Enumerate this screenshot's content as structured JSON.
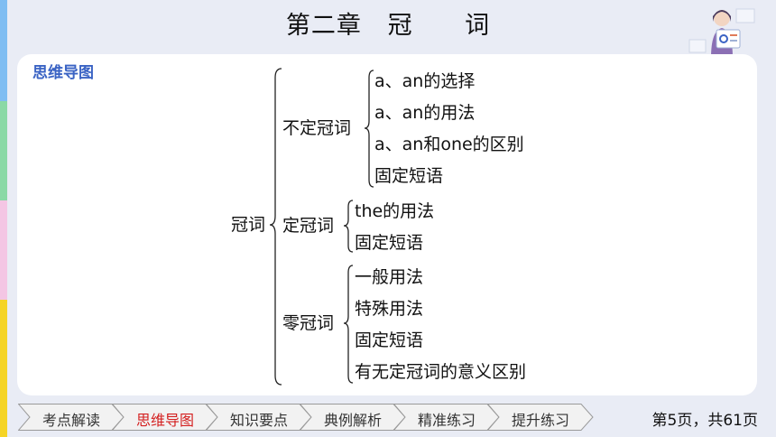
{
  "title": {
    "part1": "第二章",
    "part2": "冠",
    "part3": "词"
  },
  "section_label": "思维导图",
  "mindmap": {
    "root": "冠词",
    "branches": [
      {
        "label": "不定冠词",
        "items": [
          "a、an的选择",
          "a、an的用法",
          "a、an和one的区别",
          "固定短语"
        ]
      },
      {
        "label": "定冠词",
        "items": [
          "the的用法",
          "固定短语"
        ]
      },
      {
        "label": "零冠词",
        "items": [
          "一般用法",
          "特殊用法",
          "固定短语",
          "有无定冠词的意义区别"
        ]
      }
    ]
  },
  "nav": {
    "tabs": [
      "考点解读",
      "思维导图",
      "知识要点",
      "典例解析",
      "精准练习",
      "提升练习"
    ],
    "active_index": 1
  },
  "page_indicator": "第5页，共61页",
  "colors": {
    "accent": "#3a63c4",
    "active_tab": "#d42020",
    "stripe": [
      "#7fbdf2",
      "#8ad9a6",
      "#f4c6e4",
      "#f5d426"
    ]
  }
}
